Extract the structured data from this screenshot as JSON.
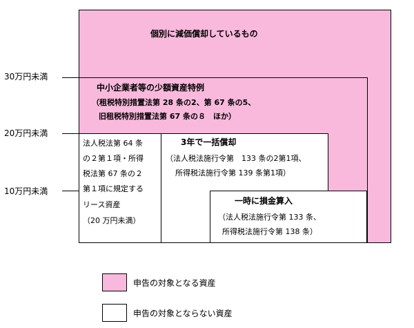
{
  "colors": {
    "pink": "#f9b9dd",
    "white": "#ffffff",
    "border": "#000000"
  },
  "thresholds": {
    "t30": "30万円未満",
    "t20": "20万円未満",
    "t10": "10万円未満"
  },
  "regions": {
    "individual": {
      "label": "個別に減価償却しているもの"
    },
    "sme_special": {
      "title": "中小企業者等の少額資産特例",
      "line1": "（租税特別措置法第 28 条の2、第 67 条の5、",
      "line2": "旧租税特別措置法第 67 条の８　ほか）"
    },
    "lease": {
      "line1": "法人税法第 64 条",
      "line2": "の２第１項・所得",
      "line3": "税法第 67 条の２",
      "line4": "第１項に規定する",
      "line5": "リース資産",
      "line6": "（20 万円未満）"
    },
    "lump_sum": {
      "title": "3年で一括償却",
      "line1": "（法人税法施行令第　133 条の2第1項、",
      "line2": "所得税法施行令第 139 条第1項）"
    },
    "expense": {
      "title": "一時に損金算入",
      "line1": "（法人税法施行令第 133 条、",
      "line2": "所得税法施行令第 138 条）"
    }
  },
  "legend": {
    "reportable": "申告の対象となる資産",
    "not_reportable": "申告の対象とならない資産"
  }
}
